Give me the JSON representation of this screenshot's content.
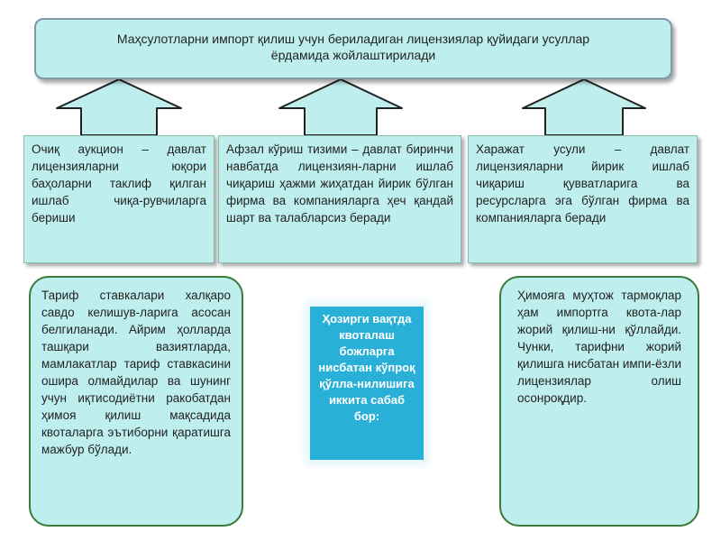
{
  "top_box": {
    "text": "Маҳсулотларни импорт қилиш учун бериладиган лицензиялар қуйидаги усуллар ёрдамида жойлаштирилади"
  },
  "methods": [
    {
      "text": "Очиқ аукцион – давлат лицензияларни юқори баҳоларни таклиф қилган ишлаб чиқа-рувчиларга бериши"
    },
    {
      "text": "Афзал кўриш тизими – давлат биринчи навбатда лицензиян-ларни ишлаб чиқариш ҳажми жиҳатдан йирик бўлган фирма ва компанияларга ҳеч қандай шарт ва талабларсиз беради"
    },
    {
      "text": "Харажат усули – давлат лицензияларни йирик ишлаб чиқариш қувватларига ва ресурсларга эга бўлган фирма ва компанияларга беради"
    }
  ],
  "bottom_left": {
    "text": "Тариф ставкалари халқаро савдо келишув-ларига асосан белгиланади. Айрим ҳолларда ташқари вазиятларда, мамлакатлар тариф ставкасини ошира олмайдилар ва шунинг учун иқтисодиётни ракобатдан ҳимоя қилиш мақсадида квоталарга эътиборни қаратишга мажбур бўлади."
  },
  "center_box": {
    "text": "Ҳозирги вақтда квоталаш божларга нисбатан кўпроқ қўлла-нилишига иккита сабаб бор:"
  },
  "bottom_right": {
    "text": "Ҳимояга муҳтож тармоқлар ҳам импортга квота-лар жорий қилиш-ни қўллайди. Чунки, тарифни жорий қилишга нисбатан импи-ёзли лицензиялар олиш осонроқдир."
  },
  "colors": {
    "box_fill": "#bfeeee",
    "center_fill": "#29b0d8",
    "rounded_border": "#3b7a3b"
  }
}
